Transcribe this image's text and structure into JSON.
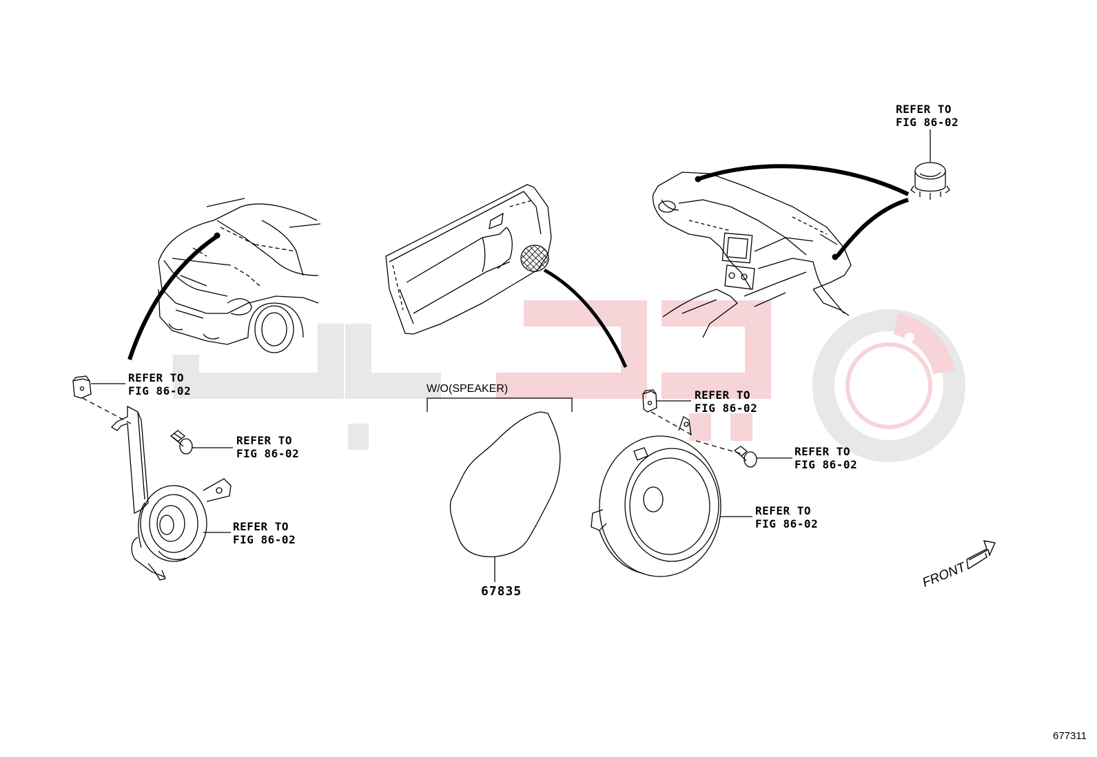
{
  "refer_label": {
    "line1": "REFER TO",
    "line2": "FIG 86-02"
  },
  "labels": [
    {
      "id": "rear-clip",
      "line1": "REFER TO",
      "line2": "FIG 86-02"
    },
    {
      "id": "rear-bolt",
      "line1": "REFER TO",
      "line2": "FIG 86-02"
    },
    {
      "id": "rear-speaker",
      "line1": "REFER TO",
      "line2": "FIG 86-02"
    },
    {
      "id": "door-clip",
      "line1": "REFER TO",
      "line2": "FIG 86-02"
    },
    {
      "id": "door-bolt",
      "line1": "REFER TO",
      "line2": "FIG 86-02"
    },
    {
      "id": "door-speaker",
      "line1": "REFER TO",
      "line2": "FIG 86-02"
    },
    {
      "id": "tweeter",
      "line1": "REFER TO",
      "line2": "FIG 86-02"
    }
  ],
  "part_number": "67835",
  "variant_note": "W/O(SPEAKER)",
  "front_label": "FRONT",
  "figure_id": "677311",
  "colors": {
    "line": "#000000",
    "watermark_gray": "#e6e6e6",
    "watermark_red": "#f4cfd3"
  }
}
